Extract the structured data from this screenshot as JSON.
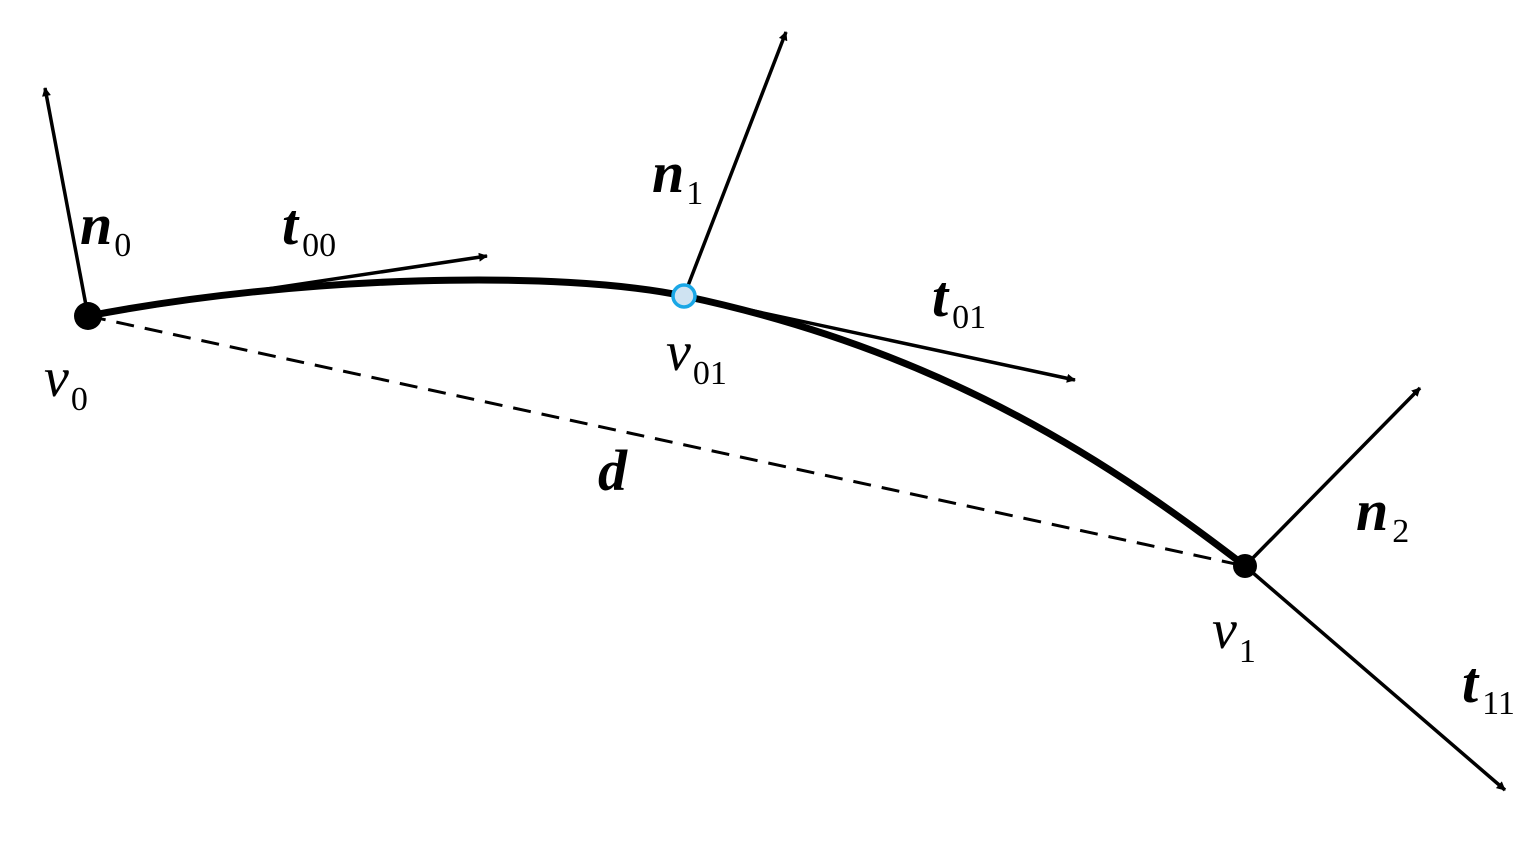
{
  "colors": {
    "ink": "#000000",
    "midpoint_stroke": "#1aa7e6",
    "midpoint_fill": "#cfe3f2"
  },
  "labels": {
    "n0": {
      "base": "n",
      "sub": "0"
    },
    "t00": {
      "base": "t",
      "sub": "00"
    },
    "n1": {
      "base": "n",
      "sub": "1"
    },
    "t01": {
      "base": "t",
      "sub": "01"
    },
    "v0": {
      "base": "v",
      "sub": "0"
    },
    "v01": {
      "base": "v",
      "sub": "01"
    },
    "d": {
      "base": "d"
    },
    "n2": {
      "base": "n",
      "sub": "2"
    },
    "v1": {
      "base": "v",
      "sub": "1"
    },
    "t11": {
      "base": "t",
      "sub": "11"
    }
  }
}
